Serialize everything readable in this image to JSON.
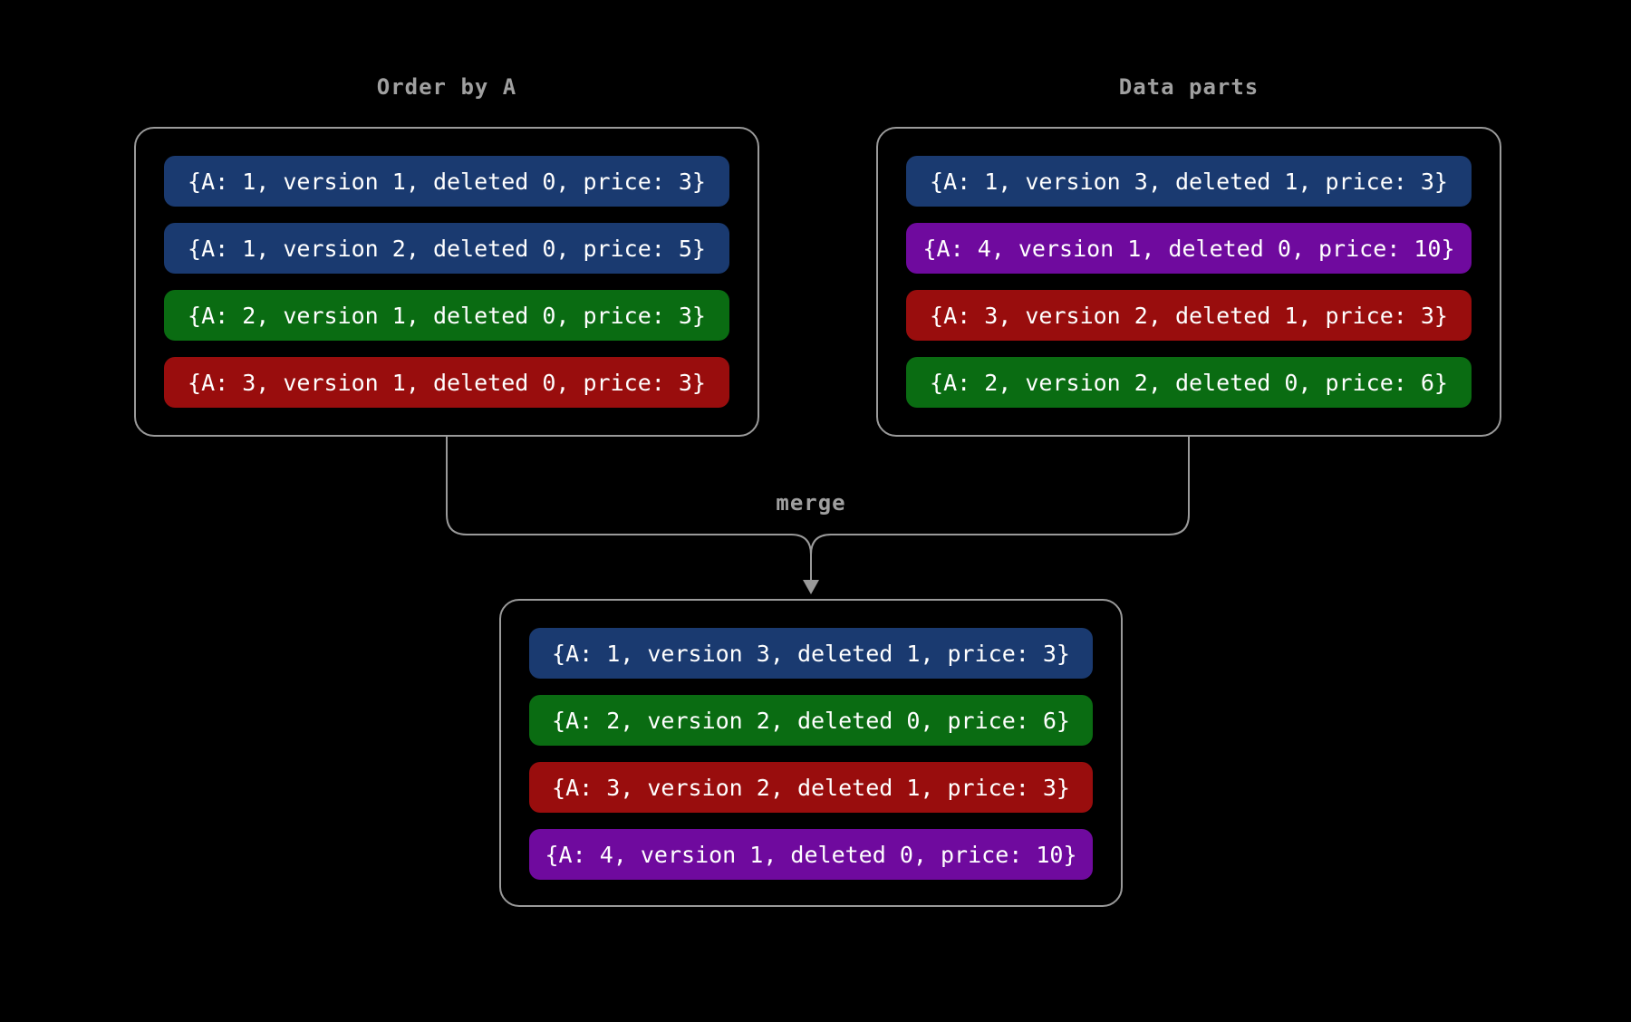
{
  "bg": "#000000",
  "colors": {
    "bg": "#000000",
    "blue": "#1a3a70",
    "green": "#0a6c12",
    "red": "#990d0d",
    "purple": "#6f0a9e",
    "border": "#9a9a9a",
    "label": "#a0a0a0",
    "row_text": "#ffffff"
  },
  "merge_label": "merge",
  "groups": [
    {
      "id": "order-by-a",
      "title": "Order by A",
      "rows": [
        {
          "text": "{A: 1, version 1, deleted 0, price: 3}",
          "color": "blue"
        },
        {
          "text": "{A: 1, version 2, deleted 0, price: 5}",
          "color": "blue"
        },
        {
          "text": "{A: 2, version 1, deleted 0, price: 3}",
          "color": "green"
        },
        {
          "text": "{A: 3, version 1, deleted 0, price: 3}",
          "color": "red"
        }
      ]
    },
    {
      "id": "data-parts",
      "title": "Data parts",
      "rows": [
        {
          "text": "{A: 1, version 3, deleted 1, price: 3}",
          "color": "blue"
        },
        {
          "text": "{A: 4, version 1, deleted 0, price: 10}",
          "color": "purple"
        },
        {
          "text": "{A: 3, version 2, deleted 1, price: 3}",
          "color": "red"
        },
        {
          "text": "{A: 2, version 2, deleted 0, price: 6}",
          "color": "green"
        }
      ]
    },
    {
      "id": "merged",
      "title": "",
      "rows": [
        {
          "text": "{A: 1, version 3, deleted 1, price: 3}",
          "color": "blue"
        },
        {
          "text": "{A: 2, version 2, deleted 0, price: 6}",
          "color": "green"
        },
        {
          "text": "{A: 3, version 2, deleted 1, price: 3}",
          "color": "red"
        },
        {
          "text": "{A: 4, version 1, deleted 0, price: 10}",
          "color": "purple"
        }
      ]
    }
  ]
}
